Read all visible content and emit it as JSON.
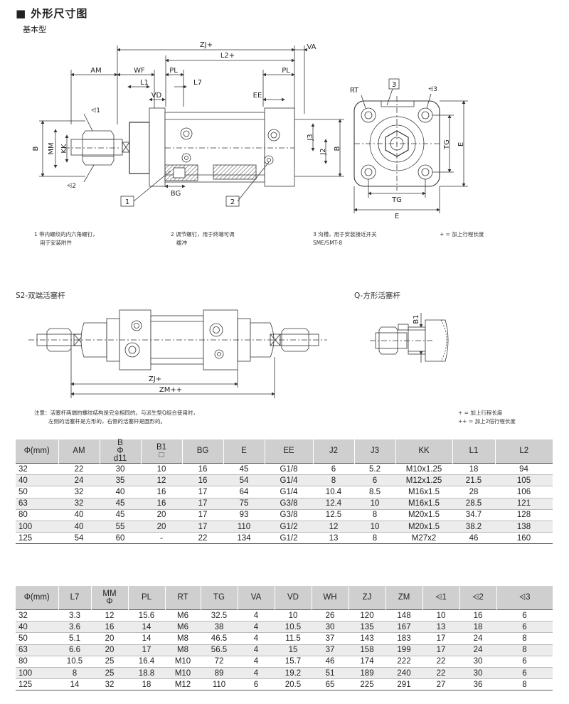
{
  "header": {
    "title": "■ 外形尺寸图",
    "subtitle": "基本型"
  },
  "drawing_main": {
    "labels": {
      "zj": "ZJ+",
      "l2": "L2+",
      "va": "VA",
      "am": "AM",
      "wf": "WF",
      "pl": "PL",
      "l1": "L1",
      "l7": "L7",
      "vd": "VD",
      "ee": "EE",
      "b": "B",
      "mm": "MM",
      "kk": "KK",
      "j3": "J3",
      "j2": "J2",
      "bg": "BG",
      "c1": "1",
      "c2": "2",
      "callout1": "1",
      "callout2": "2",
      "rt": "RT",
      "callout3": "3",
      "c3": "3",
      "tg": "TG",
      "e": "E"
    },
    "notes": {
      "n1a": "1 带内螺纹的内六角螺钉，",
      "n1b": "用于安装附件",
      "n2a": "2 调节螺钉，用于终端可调",
      "n2b": "缓冲",
      "n3a": "3 沟槽，用于安装接近开关",
      "n3b": "SME/SMT-8",
      "plus": "+  =  加上行程长度"
    }
  },
  "drawing_s2": {
    "title": "S2-双端活塞杆",
    "q_title": "Q-方形活塞杆",
    "labels": {
      "zj": "ZJ+",
      "zm": "ZM++",
      "b1": "B1"
    },
    "note_a": "注意：活塞杆两端的螺纹结构是完全相同的。与派生型Q组合使用时，",
    "note_b": "左侧的活塞杆是方形的，右侧的活塞杆是圆形的。",
    "legend_a": "+   =  加上行程长度",
    "legend_b": "++ =  加上2倍行程长度"
  },
  "table1": {
    "headers": [
      "Φ(mm)",
      "AM",
      [
        "B",
        "Φ",
        "d11"
      ],
      [
        "B1",
        "□"
      ],
      "BG",
      "E",
      "EE",
      "J2",
      "J3",
      "KK",
      "L1",
      "L2"
    ],
    "rows": [
      [
        "32",
        "22",
        "30",
        "10",
        "16",
        "45",
        "G1/8",
        "6",
        "5.2",
        "M10x1.25",
        "18",
        "94"
      ],
      [
        "40",
        "24",
        "35",
        "12",
        "16",
        "54",
        "G1/4",
        "8",
        "6",
        "M12x1.25",
        "21.5",
        "105"
      ],
      [
        "50",
        "32",
        "40",
        "16",
        "17",
        "64",
        "G1/4",
        "10.4",
        "8.5",
        "M16x1.5",
        "28",
        "106"
      ],
      [
        "63",
        "32",
        "45",
        "16",
        "17",
        "75",
        "G3/8",
        "12.4",
        "10",
        "M16x1.5",
        "28.5",
        "121"
      ],
      [
        "80",
        "40",
        "45",
        "20",
        "17",
        "93",
        "G3/8",
        "12.5",
        "8",
        "M20x1.5",
        "34.7",
        "128"
      ],
      [
        "100",
        "40",
        "55",
        "20",
        "17",
        "110",
        "G1/2",
        "12",
        "10",
        "M20x1.5",
        "38.2",
        "138"
      ],
      [
        "125",
        "54",
        "60",
        "-",
        "22",
        "134",
        "G1/2",
        "13",
        "8",
        "M27x2",
        "46",
        "160"
      ]
    ]
  },
  "table2": {
    "headers": [
      "Φ(mm)",
      "L7",
      [
        "MM",
        "Φ"
      ],
      "PL",
      "RT",
      "TG",
      "VA",
      "VD",
      "WH",
      "ZJ",
      "ZM",
      "⩤1",
      "⩤2",
      "⩤3"
    ],
    "rows": [
      [
        "32",
        "3.3",
        "12",
        "15.6",
        "M6",
        "32.5",
        "4",
        "10",
        "26",
        "120",
        "148",
        "10",
        "16",
        "6"
      ],
      [
        "40",
        "3.6",
        "16",
        "14",
        "M6",
        "38",
        "4",
        "10.5",
        "30",
        "135",
        "167",
        "13",
        "18",
        "6"
      ],
      [
        "50",
        "5.1",
        "20",
        "14",
        "M8",
        "46.5",
        "4",
        "11.5",
        "37",
        "143",
        "183",
        "17",
        "24",
        "8"
      ],
      [
        "63",
        "6.6",
        "20",
        "17",
        "M8",
        "56.5",
        "4",
        "15",
        "37",
        "158",
        "199",
        "17",
        "24",
        "8"
      ],
      [
        "80",
        "10.5",
        "25",
        "16.4",
        "M10",
        "72",
        "4",
        "15.7",
        "46",
        "174",
        "222",
        "22",
        "30",
        "6"
      ],
      [
        "100",
        "8",
        "25",
        "18.8",
        "M10",
        "89",
        "4",
        "19.2",
        "51",
        "189",
        "240",
        "22",
        "30",
        "6"
      ],
      [
        "125",
        "14",
        "32",
        "18",
        "M12",
        "110",
        "6",
        "20.5",
        "65",
        "225",
        "291",
        "27",
        "36",
        "8"
      ]
    ]
  }
}
